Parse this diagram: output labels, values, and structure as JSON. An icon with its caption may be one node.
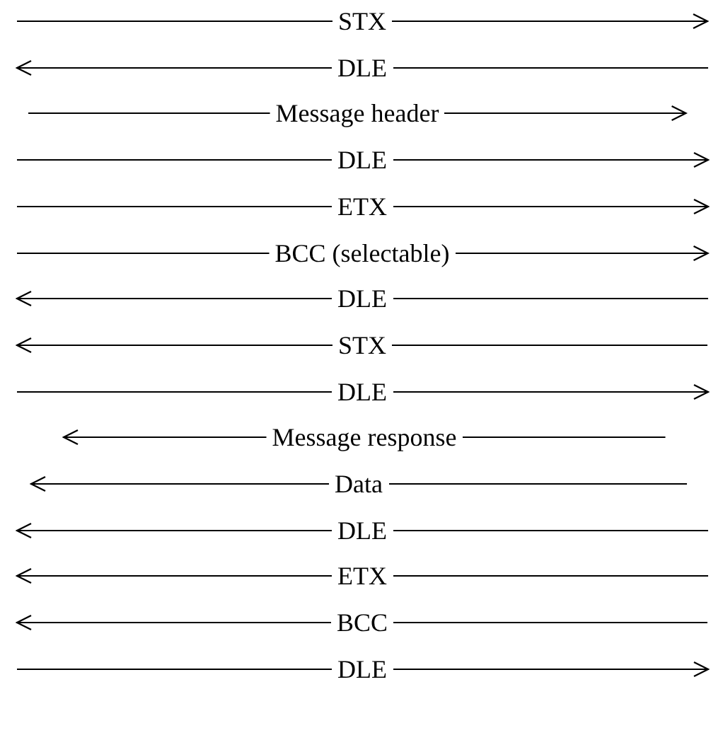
{
  "diagram": {
    "nodes": [
      {
        "text": [
          "STX"
        ]
      },
      {
        "text": [
          "DLE"
        ]
      },
      {
        "text": [
          "Message header"
        ]
      },
      {
        "text": [
          "DLE"
        ]
      },
      {
        "text": [
          "ETX"
        ]
      },
      {
        "text": [
          "BCC (selectable)"
        ]
      },
      {
        "text": [
          "DLE"
        ]
      },
      {
        "text": [
          "STX"
        ]
      },
      {
        "text": [
          "DLE"
        ]
      },
      {
        "text": [
          "Message response"
        ]
      },
      {
        "text": [
          "Data"
        ]
      },
      {
        "text": [
          "DLE"
        ]
      },
      {
        "text": [
          "ETX"
        ]
      },
      {
        "text": [
          "BCC"
        ]
      },
      {
        "text": [
          "DLE"
        ]
      }
    ],
    "edges": [
      {
        "from": null,
        "to": 0,
        "arrow": "none"
      },
      {
        "from": 0,
        "to": null,
        "arrow": "to"
      },
      {
        "from": 1,
        "to": null,
        "arrow": "to"
      },
      {
        "from": null,
        "to": 1,
        "arrow": "none"
      },
      {
        "from": null,
        "to": 2,
        "arrow": "none"
      },
      {
        "from": 2,
        "to": null,
        "arrow": "to"
      },
      {
        "from": null,
        "to": 3,
        "arrow": "none"
      },
      {
        "from": 3,
        "to": null,
        "arrow": "to"
      },
      {
        "from": null,
        "to": 4,
        "arrow": "none"
      },
      {
        "from": 4,
        "to": null,
        "arrow": "to"
      },
      {
        "from": null,
        "to": 5,
        "arrow": "none"
      },
      {
        "from": 5,
        "to": null,
        "arrow": "to"
      },
      {
        "from": 6,
        "to": null,
        "arrow": "to"
      },
      {
        "from": null,
        "to": 6,
        "arrow": "none"
      },
      {
        "from": 7,
        "to": null,
        "arrow": "to"
      },
      {
        "from": null,
        "to": 7,
        "arrow": "none"
      },
      {
        "from": null,
        "to": 8,
        "arrow": "none"
      },
      {
        "from": 8,
        "to": null,
        "arrow": "to"
      },
      {
        "from": 9,
        "to": null,
        "arrow": "to"
      },
      {
        "from": null,
        "to": 9,
        "arrow": "none"
      },
      {
        "from": 10,
        "to": null,
        "arrow": "to"
      },
      {
        "from": null,
        "to": 10,
        "arrow": "none"
      },
      {
        "from": 11,
        "to": null,
        "arrow": "to"
      },
      {
        "from": null,
        "to": 11,
        "arrow": "none"
      },
      {
        "from": 12,
        "to": null,
        "arrow": "to"
      },
      {
        "from": null,
        "to": 12,
        "arrow": "none"
      },
      {
        "from": 13,
        "to": null,
        "arrow": "to"
      },
      {
        "from": null,
        "to": 13,
        "arrow": "none"
      },
      {
        "from": null,
        "to": 14,
        "arrow": "none"
      },
      {
        "from": 14,
        "to": null,
        "arrow": "to"
      }
    ]
  }
}
